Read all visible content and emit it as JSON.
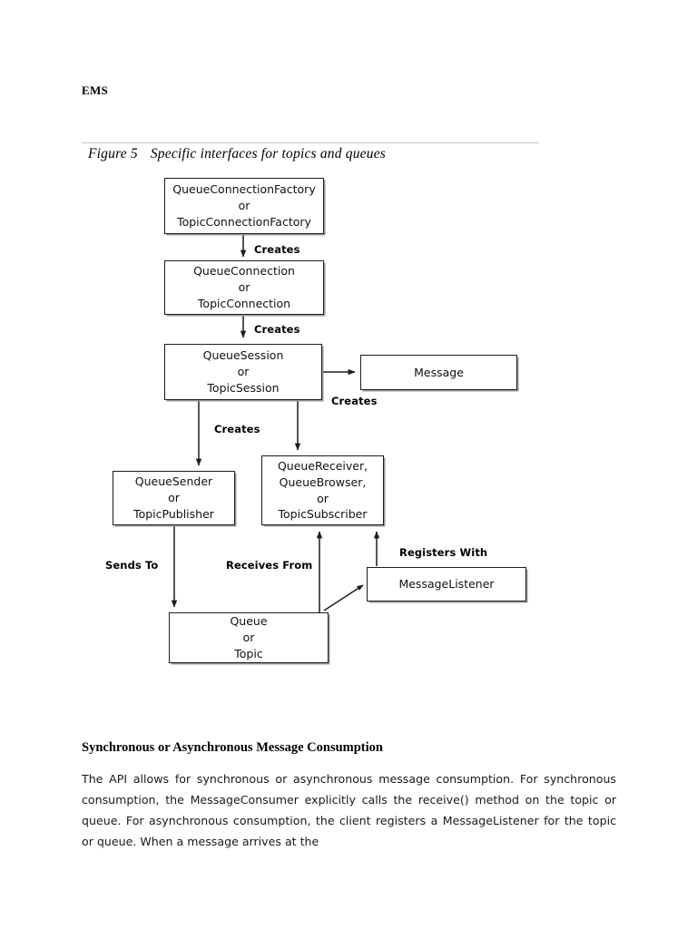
{
  "document": {
    "running_head": "EMS",
    "figure": {
      "number": "Figure 5",
      "title": "Specific interfaces for topics and queues"
    },
    "section": {
      "heading": "Synchronous or Asynchronous Message Consumption",
      "paragraph": "The API allows for synchronous or asynchronous message consumption. For synchronous consumption, the MessageConsumer explicitly calls the receive() method on the topic or queue. For asynchronous consumption, the client registers a MessageListener for the topic or queue. When a message arrives at the"
    }
  },
  "diagram": {
    "nodes": [
      {
        "id": "connection-factory",
        "text": "QueueConnectionFactory\nor\nTopicConnectionFactory"
      },
      {
        "id": "connection",
        "text": "QueueConnection\nor\nTopicConnection"
      },
      {
        "id": "session",
        "text": "QueueSession\nor\nTopicSession"
      },
      {
        "id": "message",
        "text": "Message"
      },
      {
        "id": "sender",
        "text": "QueueSender\nor\nTopicPublisher"
      },
      {
        "id": "receiver",
        "text": "QueueReceiver,\nQueueBrowser,\nor\nTopicSubscriber"
      },
      {
        "id": "message-listener",
        "text": "MessageListener"
      },
      {
        "id": "destination",
        "text": "Queue\nor\nTopic"
      }
    ],
    "edges": [
      {
        "id": "factory-to-connection",
        "label": "Creates"
      },
      {
        "id": "connection-to-session",
        "label": "Creates"
      },
      {
        "id": "session-to-message",
        "label": "Creates"
      },
      {
        "id": "session-to-producers",
        "label": "Creates"
      },
      {
        "id": "sender-to-destination",
        "label": "Sends To"
      },
      {
        "id": "destination-to-receiver",
        "label": "Receives From"
      },
      {
        "id": "listener-to-receiver",
        "label": "Registers With"
      }
    ],
    "colors": {
      "stroke": "#1c1c1c",
      "box_fill": "#ffffff",
      "shadow": "#9a9a9a"
    }
  }
}
